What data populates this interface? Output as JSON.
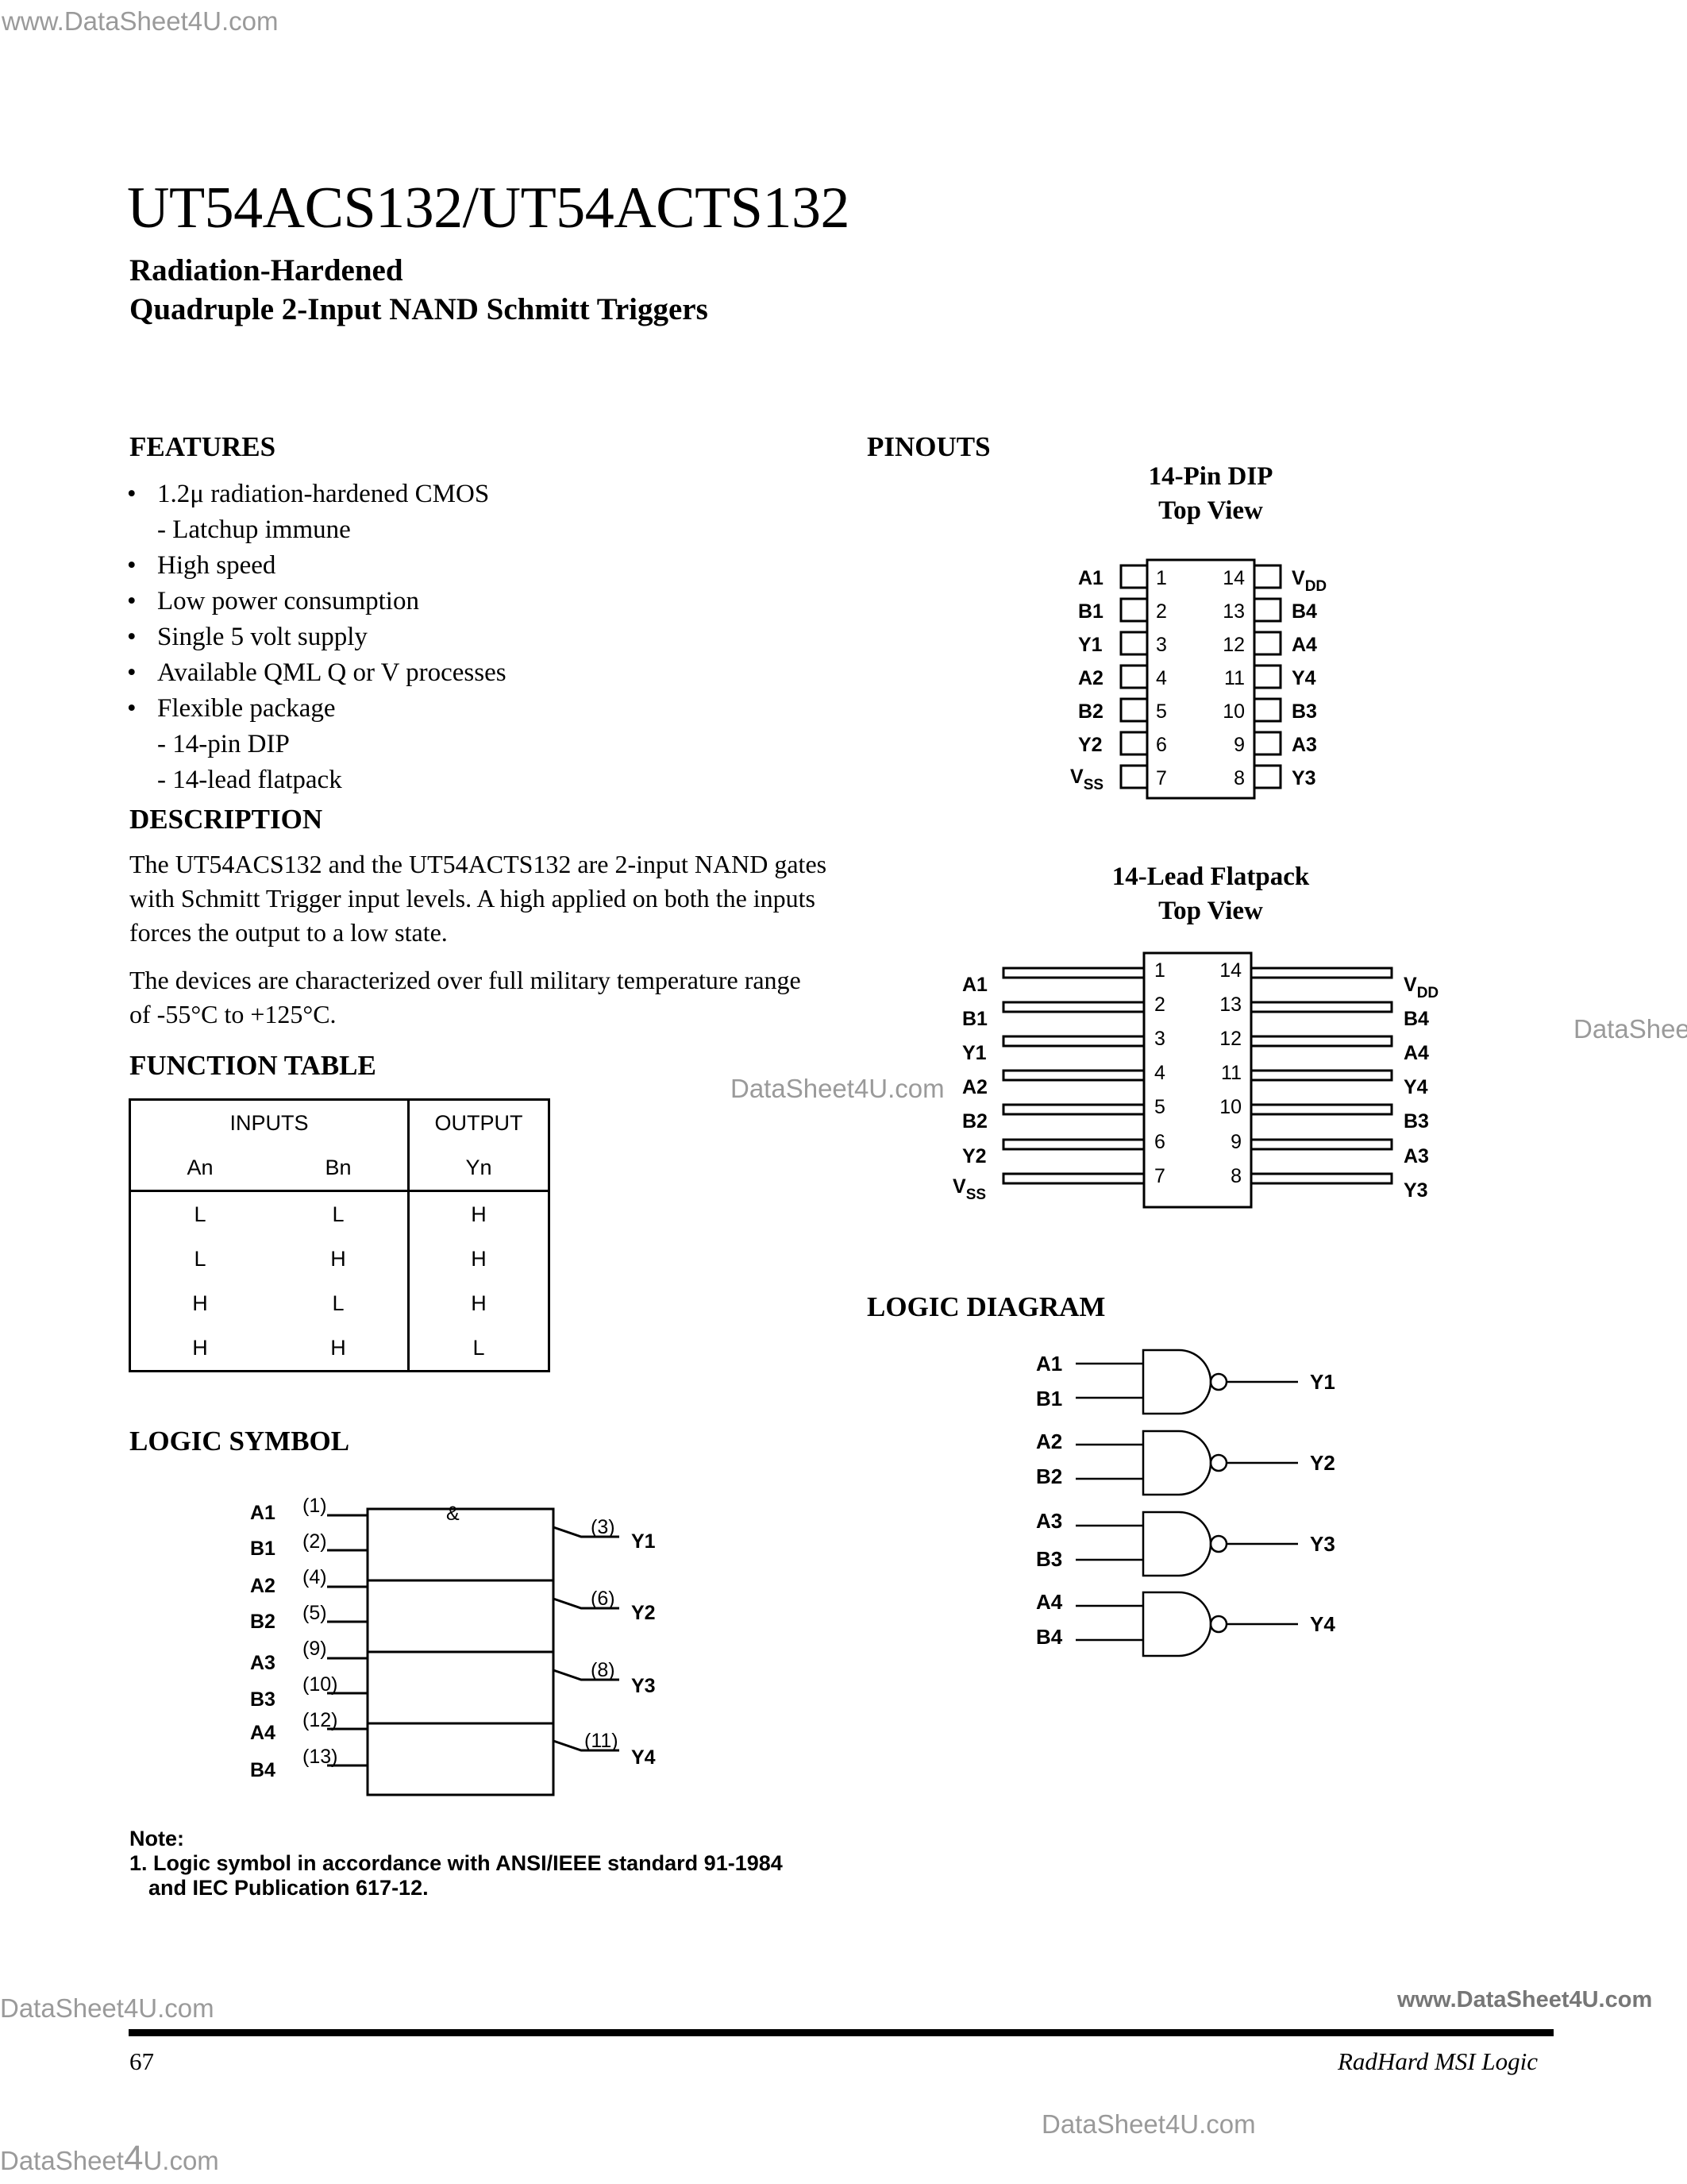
{
  "watermarks": {
    "top_left": "www.DataSheet4U.com",
    "mid_center": "DataSheet4U.com",
    "right_edge": "DataShee",
    "bottom_left": "DataSheet4U.com",
    "bottom_right": "www.DataSheet4U.com",
    "bottom_center": "DataSheet4U.com",
    "bottom_corner_a": "DataSheet",
    "bottom_corner_b": "4",
    "bottom_corner_c": "U.com"
  },
  "title": "UT54ACS132/UT54ACTS132",
  "subtitle_1": "Radiation-Hardened",
  "subtitle_2": "Quadruple 2-Input NAND Schmitt Triggers",
  "features": {
    "heading": "FEATURES",
    "bullet": "•",
    "items": [
      "1.2μ radiation-hardened CMOS",
      "- Latchup immune",
      "High speed",
      "Low power consumption",
      "Single 5 volt supply",
      "Available QML Q or V processes",
      "Flexible package",
      "- 14-pin DIP",
      "- 14-lead flatpack"
    ]
  },
  "description": {
    "heading": "DESCRIPTION",
    "paragraph_1": "The UT54ACS132 and the UT54ACTS132 are 2-input NAND gates with Schmitt Trigger input levels.  A high applied on both the inputs forces the output to a low state.",
    "paragraph_2": "The devices are characterized over full military temperature range of -55°C to +125°C."
  },
  "function_table": {
    "heading": "FUNCTION TABLE",
    "inputs_label": "INPUTS",
    "output_label": "OUTPUT",
    "columns": [
      "An",
      "Bn",
      "Yn"
    ],
    "rows": [
      [
        "L",
        "L",
        "H"
      ],
      [
        "L",
        "H",
        "H"
      ],
      [
        "H",
        "L",
        "H"
      ],
      [
        "H",
        "H",
        "L"
      ]
    ]
  },
  "logic_symbol": {
    "heading": "LOGIC SYMBOL",
    "and_label": "&",
    "inputs": [
      "A1",
      "B1",
      "A2",
      "B2",
      "A3",
      "B3",
      "A4",
      "B4"
    ],
    "input_pins": [
      "(1)",
      "(2)",
      "(4)",
      "(5)",
      "(9)",
      "(10)",
      "(12)",
      "(13)"
    ],
    "outputs": [
      "Y1",
      "Y2",
      "Y3",
      "Y4"
    ],
    "output_pins": [
      "(3)",
      "(6)",
      "(8)",
      "(11)"
    ]
  },
  "note": {
    "label": "Note:",
    "line_1": "1. Logic symbol in accordance with ANSI/IEEE standard 91-1984",
    "line_2": "and IEC Publication 617-12."
  },
  "pinouts": {
    "heading": "PINOUTS",
    "dip_title_1": "14-Pin DIP",
    "dip_title_2": "Top View",
    "flat_title_1": "14-Lead Flatpack",
    "flat_title_2": "Top View",
    "left_labels": [
      "A1",
      "B1",
      "Y1",
      "A2",
      "B2",
      "Y2",
      "V"
    ],
    "left_nums": [
      "1",
      "2",
      "3",
      "4",
      "5",
      "6",
      "7"
    ],
    "right_nums": [
      "14",
      "13",
      "12",
      "11",
      "10",
      "9",
      "8"
    ],
    "right_labels": [
      "V",
      "B4",
      "A4",
      "Y4",
      "B3",
      "A3",
      "Y3"
    ],
    "vss_sub": "SS",
    "vdd_sub": "DD"
  },
  "logic_diagram": {
    "heading": "LOGIC DIAGRAM",
    "inputs": [
      "A1",
      "B1",
      "A2",
      "B2",
      "A3",
      "B3",
      "A4",
      "B4"
    ],
    "outputs": [
      "Y1",
      "Y2",
      "Y3",
      "Y4"
    ]
  },
  "footer": {
    "page_number": "67",
    "section": "RadHard MSI Logic"
  }
}
